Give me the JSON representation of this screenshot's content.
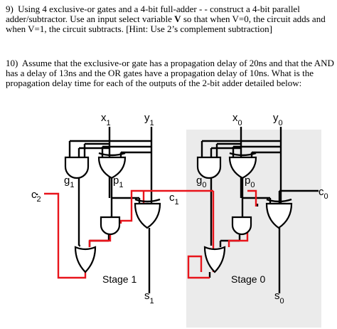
{
  "problem9": {
    "number": "9)",
    "text_a": "Using 4 exclusive-or gates and a 4-bit full-adder - - construct a 4-bit parallel adder/subtractor.  Use an input select variable ",
    "bold_var": "V",
    "text_b": " so that when V=0, the circuit adds and when V=1, the circuit subtracts.  [Hint:  Use 2’s complement subtraction]"
  },
  "problem10": {
    "number": "10)",
    "text": "Assume that the exclusive-or gate has a propagation delay of 20ns and that the AND has a delay of 13ns and the OR gates have a propagation delay of 10ns.  What is the propagation delay time for each of the outputs of the 2-bit adder detailed below:"
  },
  "circuit": {
    "inputs": {
      "x1": {
        "base": "x",
        "sub": "1"
      },
      "y1": {
        "base": "y",
        "sub": "1"
      },
      "x0": {
        "base": "x",
        "sub": "0"
      },
      "y0": {
        "base": "y",
        "sub": "0"
      }
    },
    "signals": {
      "g1": {
        "base": "g",
        "sub": "1"
      },
      "p1": {
        "base": "p",
        "sub": "1"
      },
      "g0": {
        "base": "g",
        "sub": "0"
      },
      "p0": {
        "base": "p",
        "sub": "0"
      },
      "c0": {
        "base": "c",
        "sub": "0"
      },
      "c1": {
        "base": "c",
        "sub": "1"
      },
      "c2": {
        "base": "c",
        "sub": "2"
      }
    },
    "outputs": {
      "s1": {
        "base": "s",
        "sub": "1"
      },
      "s0": {
        "base": "s",
        "sub": "0"
      }
    },
    "stage1_label": "Stage 1",
    "stage0_label": "Stage 0",
    "colors": {
      "critical_path": "#e8141b",
      "stage0_background": "#ebebeb",
      "wire": "#000000"
    }
  }
}
